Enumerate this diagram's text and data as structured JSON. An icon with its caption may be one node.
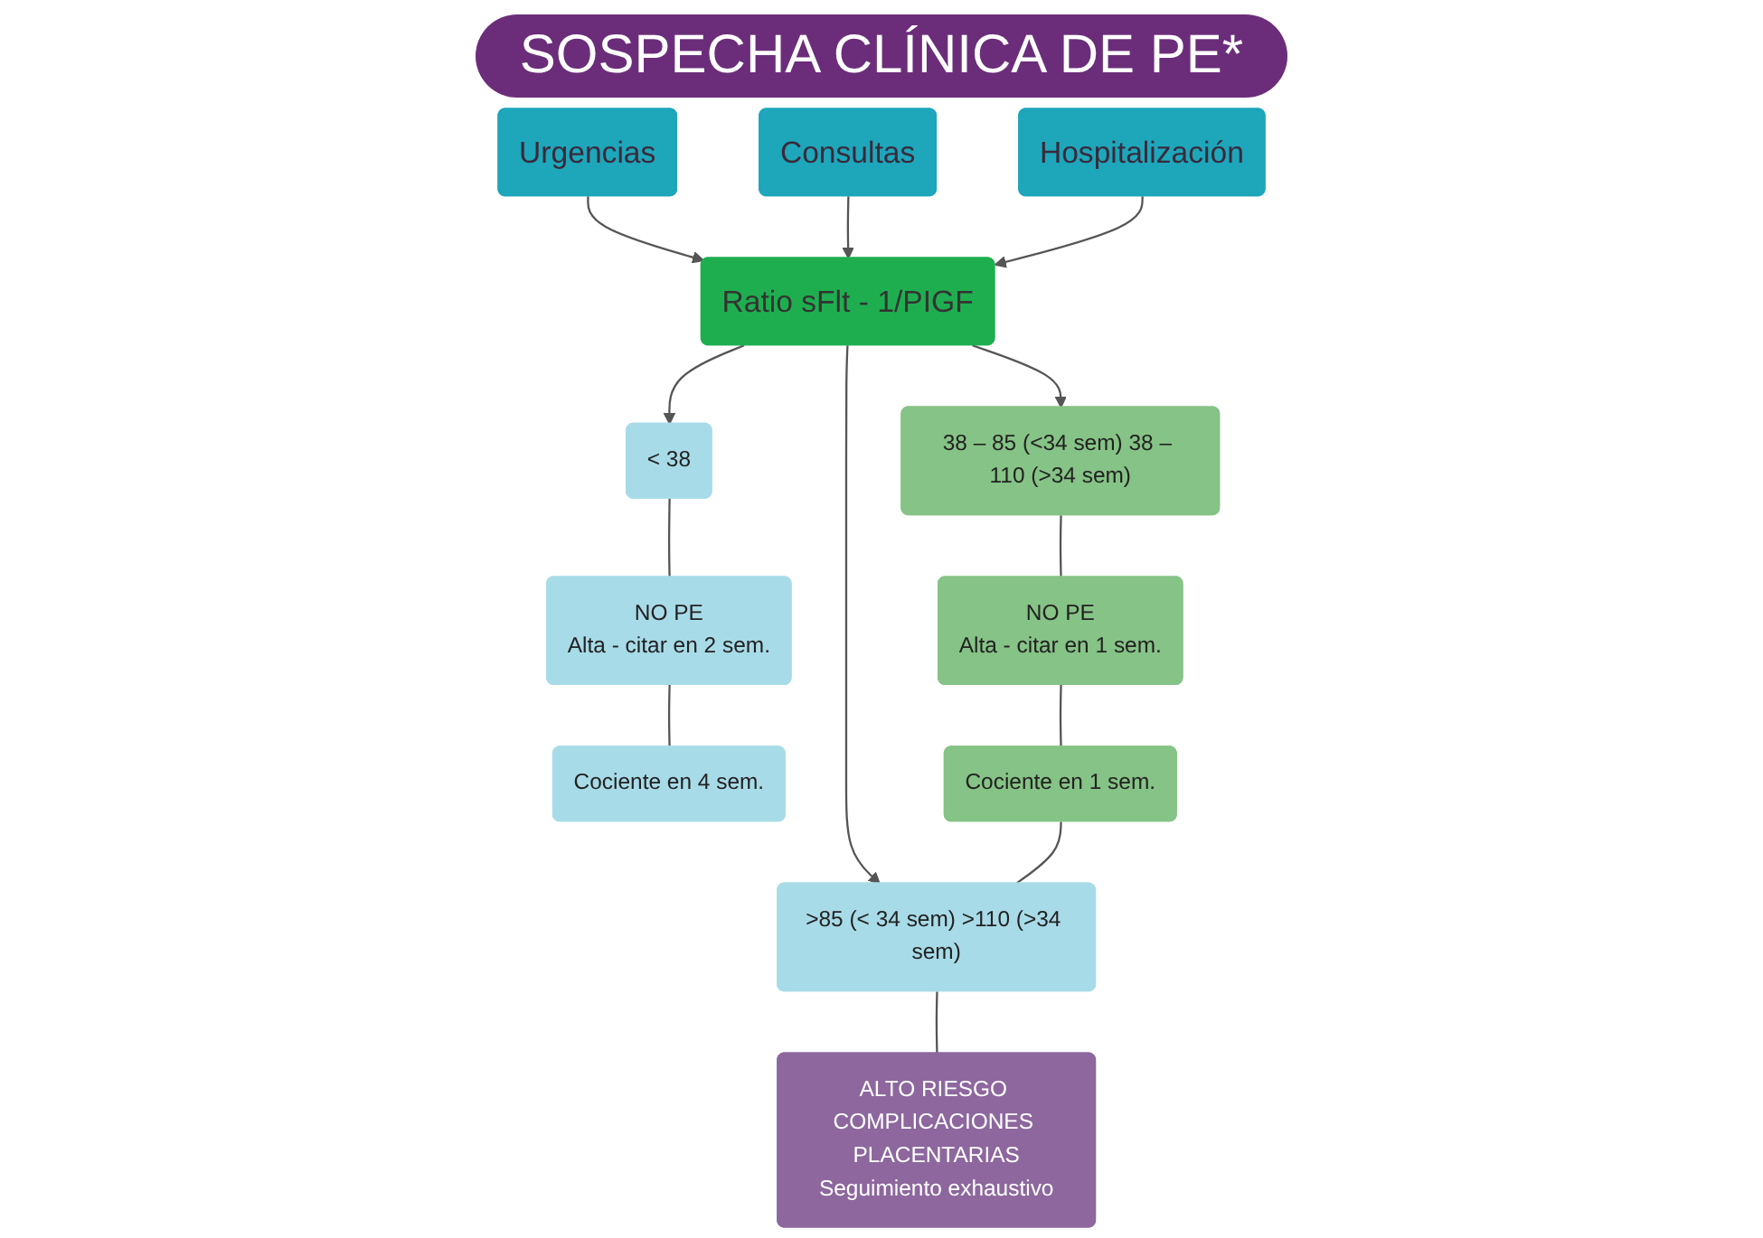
{
  "diagram": {
    "title": "SOSPECHA CLÍNICA DE PE*",
    "nodes": [
      {
        "text": [
          "Urgencias"
        ]
      },
      {
        "text": [
          "Consultas"
        ]
      },
      {
        "text": [
          "Hospitalización"
        ]
      },
      {
        "text": [
          "Ratio sFlt - 1/PIGF"
        ]
      },
      {
        "text": [
          "< 38"
        ]
      },
      {
        "text": [
          "38 – 85 (<34 sem) 38 – 110 (>34 sem)"
        ]
      },
      {
        "text": [
          "NO PE",
          "Alta - citar en 2 sem."
        ]
      },
      {
        "text": [
          "Cociente en 4 sem."
        ]
      },
      {
        "text": [
          "NO PE",
          "Alta - citar en 1 sem."
        ]
      },
      {
        "text": [
          "Cociente en 1 sem."
        ]
      },
      {
        "text": [
          ">85 (< 34 sem) >110 (>34 sem)"
        ]
      },
      {
        "text": [
          "ALTO RIESGO COMPLICACIONES PLACENTARIAS",
          "Seguimiento exhaustivo"
        ]
      }
    ],
    "edges": [
      {
        "from": 0,
        "to": 3,
        "arrow": "to"
      },
      {
        "from": 1,
        "to": 3,
        "arrow": "to"
      },
      {
        "from": 2,
        "to": 3,
        "arrow": "to"
      },
      {
        "from": 3,
        "to": 4,
        "arrow": "to"
      },
      {
        "from": 3,
        "to": 5,
        "arrow": "to"
      },
      {
        "from": 3,
        "to": 10,
        "arrow": "to"
      },
      {
        "from": 4,
        "to": 6,
        "arrow": "none"
      },
      {
        "from": 6,
        "to": 7,
        "arrow": "none"
      },
      {
        "from": 5,
        "to": 8,
        "arrow": "none"
      },
      {
        "from": 8,
        "to": 9,
        "arrow": "none"
      },
      {
        "from": 9,
        "to": 10,
        "arrow": "none"
      },
      {
        "from": 10,
        "to": 11,
        "arrow": "none"
      }
    ]
  }
}
